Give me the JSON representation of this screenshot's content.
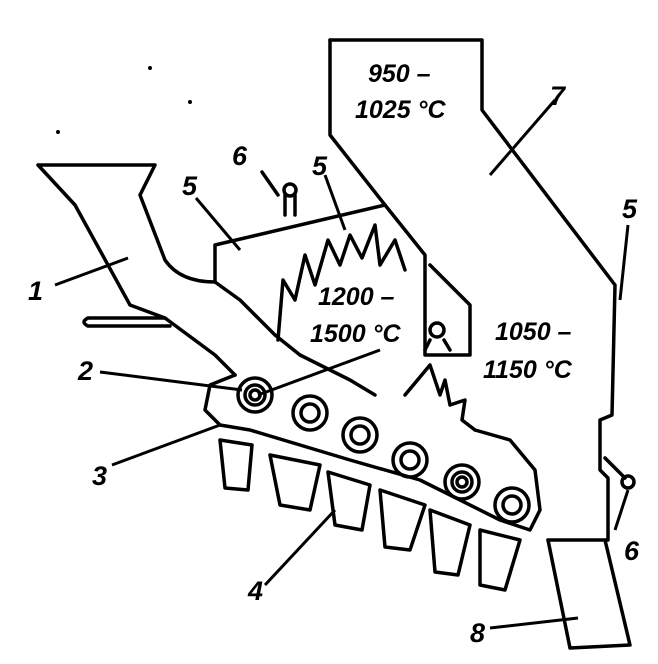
{
  "diagram": {
    "callouts": {
      "c1": "1",
      "c2": "2",
      "c3": "3",
      "c4": "4",
      "c5a": "5",
      "c5b": "5",
      "c5c": "5",
      "c6a": "6",
      "c6b": "6",
      "c7": "7",
      "c8": "8"
    },
    "temperatures": {
      "top_line1": "950 –",
      "top_line2": "1025 °C",
      "center_line1": "1200 –",
      "center_line2": "1500 °C",
      "right_line1": "1050 –",
      "right_line2": "1150 °C"
    }
  }
}
